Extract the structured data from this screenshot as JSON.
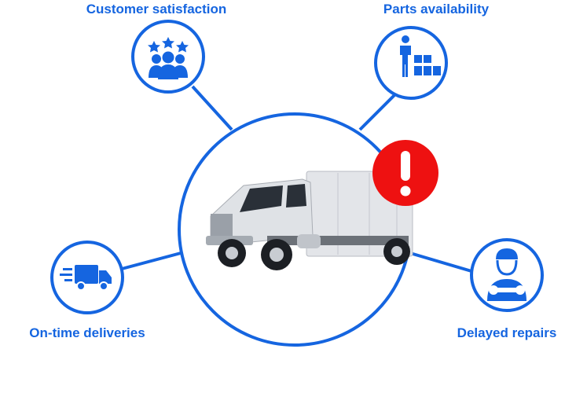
{
  "labels": {
    "customer_satisfaction": "Customer satisfaction",
    "parts_availability": "Parts availability",
    "on_time_deliveries": "On-time deliveries",
    "delayed_repairs": "Delayed repairs"
  },
  "colors": {
    "accent": "#1565e0",
    "alert": "#ee1111"
  }
}
